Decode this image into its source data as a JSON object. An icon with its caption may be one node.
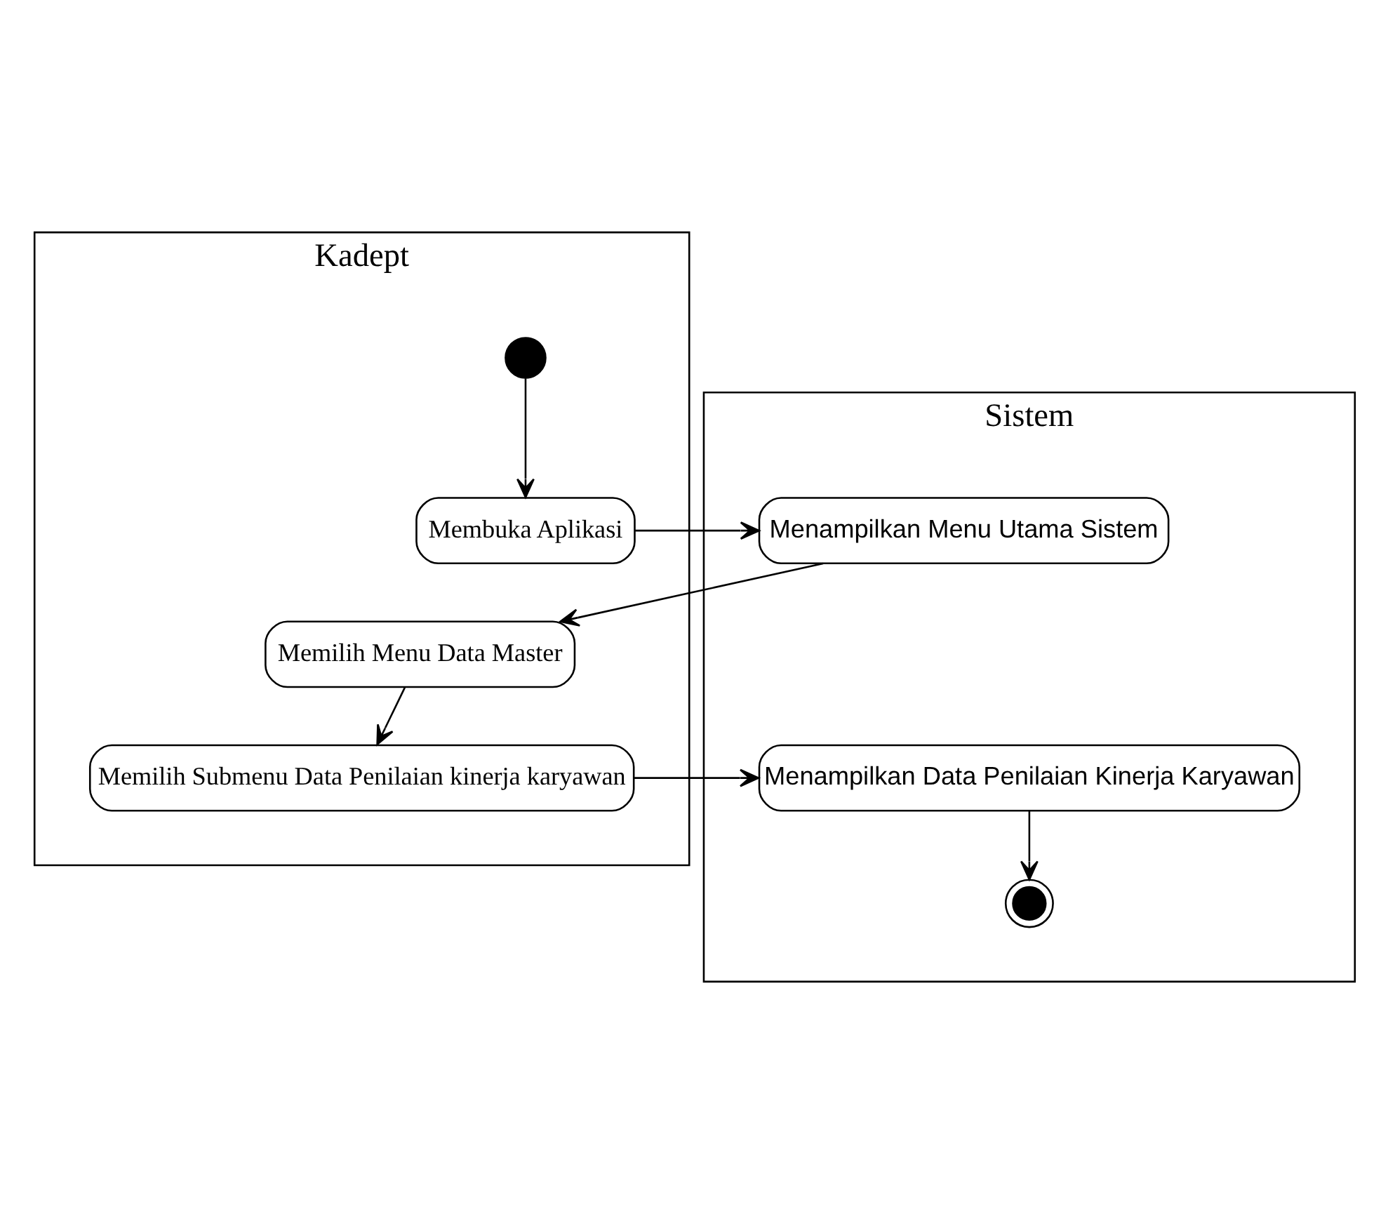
{
  "diagram": {
    "nodes": [
      {
        "text": [
          "Kadept"
        ]
      },
      {
        "text": [],
        "shape": "circle",
        "in": 0
      },
      {
        "text": [
          "Membuka Aplikasi"
        ],
        "in": 0
      },
      {
        "text": [
          "Memilih Menu Data Master"
        ],
        "in": 0
      },
      {
        "text": [
          "Memilih Submenu Data Penilaian kinerja karyawan"
        ],
        "in": 0
      },
      {
        "text": [
          "Sistem"
        ]
      },
      {
        "text": [
          "Menampilkan Menu Utama Sistem"
        ],
        "in": 5
      },
      {
        "text": [
          "Menampilkan Data Penilaian Kinerja Karyawan"
        ],
        "in": 5
      },
      {
        "text": [],
        "shape": "circle",
        "in": 5
      }
    ],
    "edges": [
      {
        "from": 1,
        "to": 2,
        "arrow": "to"
      },
      {
        "from": 2,
        "to": 6,
        "arrow": "to"
      },
      {
        "from": 6,
        "to": 3,
        "arrow": "to"
      },
      {
        "from": 3,
        "to": 4,
        "arrow": "to"
      },
      {
        "from": 4,
        "to": 7,
        "arrow": "to"
      },
      {
        "from": 7,
        "to": 8,
        "arrow": "to"
      }
    ]
  }
}
